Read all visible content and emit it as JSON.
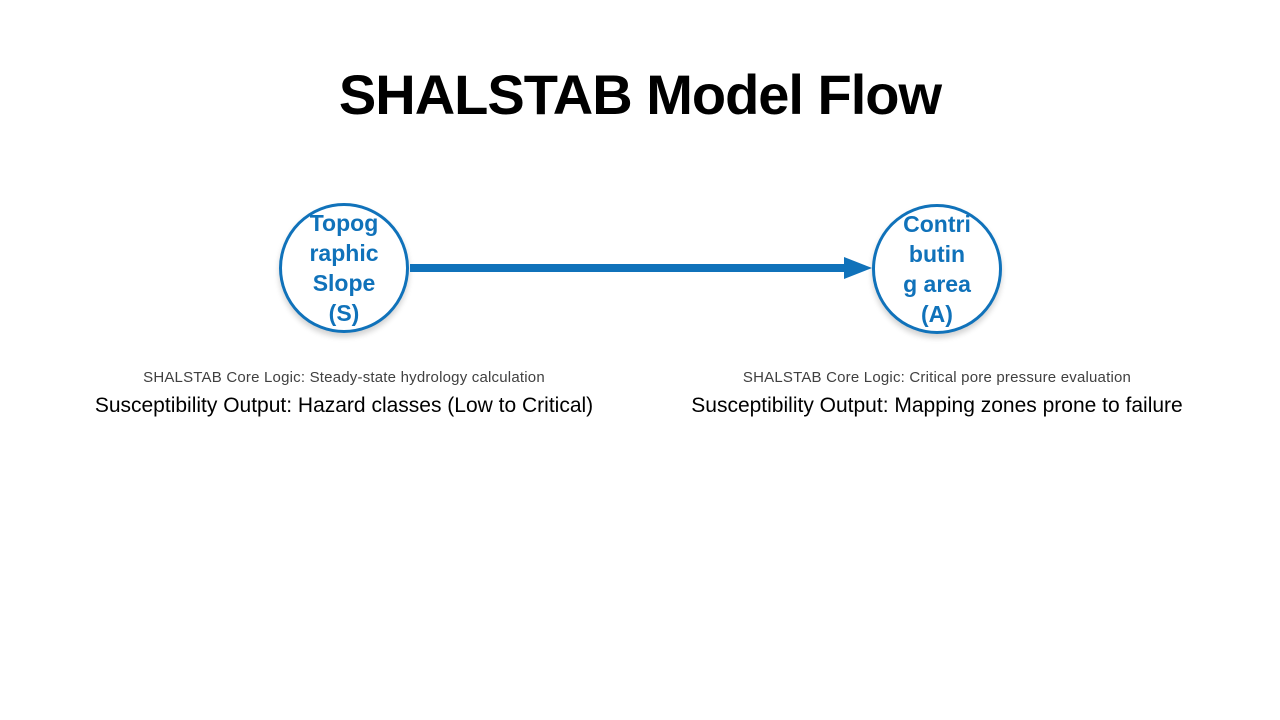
{
  "title": "SHALSTAB Model Flow",
  "colors": {
    "accent": "#1072BA",
    "title_text": "#000000",
    "muted_text": "#404040",
    "background": "#FFFFFF"
  },
  "nodes": [
    {
      "id": "topographic-slope",
      "label_lines": [
        "Topog",
        "raphic",
        "Slope",
        "(S)"
      ],
      "core_logic": "SHALSTAB Core Logic: Steady-state hydrology calculation",
      "output": "Susceptibility Output: Hazard classes (Low to Critical)"
    },
    {
      "id": "contributing-area",
      "label_lines": [
        "Contri",
        "butin",
        "g area",
        "(A)"
      ],
      "core_logic": "SHALSTAB Core Logic: Critical pore pressure evaluation",
      "output": "Susceptibility Output: Mapping zones prone to failure"
    }
  ],
  "connector": {
    "type": "arrow",
    "from": "topographic-slope",
    "to": "contributing-area"
  }
}
